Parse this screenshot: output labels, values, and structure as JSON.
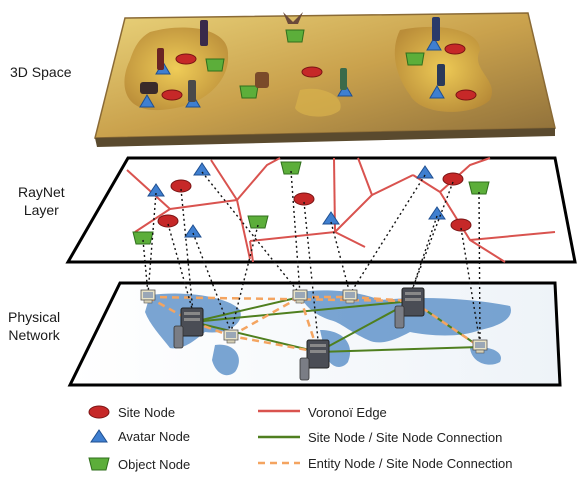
{
  "layers": {
    "space": "3D Space",
    "raynet_line1": "RayNet",
    "raynet_line2": "Layer",
    "physical_line1": "Physical",
    "physical_line2": "Network"
  },
  "legend": {
    "site_node": "Site Node",
    "avatar_node": "Avatar Node",
    "object_node": "Object Node",
    "voronoi_edge": "Voronoï Edge",
    "site_connection": "Site Node / Site Node Connection",
    "entity_connection": "Entity Node / Site Node Connection"
  },
  "colors": {
    "site": "#c62828",
    "avatar": "#3f7fd0",
    "object": "#5cae3a",
    "voronoi": "#d9534f",
    "site_link": "#4f7f1f",
    "entity_link": "#f4a460"
  },
  "icons": {
    "site": "red-ellipse",
    "avatar": "blue-triangle",
    "object": "green-trapezoid",
    "desktop": "desktop-computer-icon",
    "server": "server-tower-icon"
  }
}
